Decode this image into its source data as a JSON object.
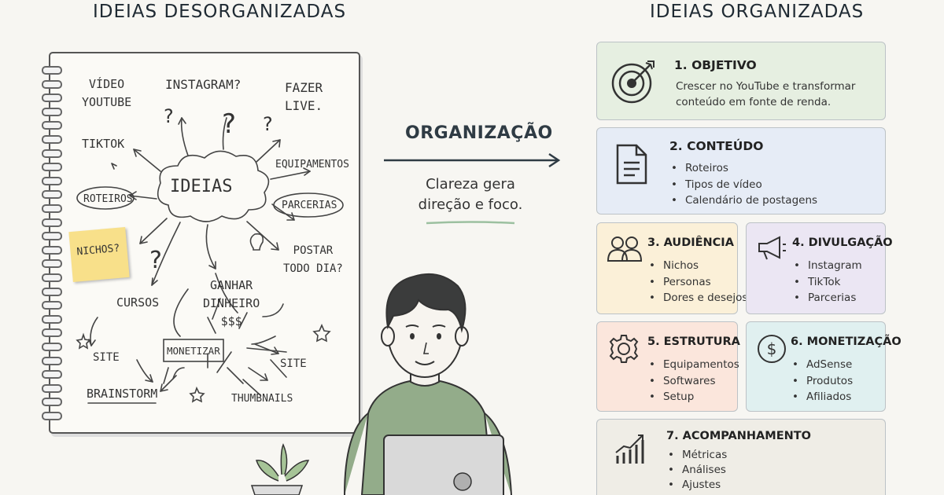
{
  "headings": {
    "left": "IDEIAS DESORGANIZADAS",
    "right": "IDEIAS ORGANIZADAS"
  },
  "notebook": {
    "words": {
      "video_youtube": "VÍDEO\nYOUTUBE",
      "instagram": "INSTAGRAM?",
      "fazer_live": "FAZER\nLIVE.",
      "tiktok": "TIKTOK",
      "equipamentos": "EQUIPAMENTOS",
      "roteiros": "ROTEIROS",
      "ideias": "IDEIAS",
      "parcerias": "PARCERIAS",
      "nichos": "NICHOS?",
      "postar_todo_dia": "POSTAR\nTODO DIA?",
      "ganhar_dinheiro": "GANHAR\nDINHEIRO\n$$$",
      "cursos": "CURSOS",
      "monetizar": "MONETIZAR",
      "site_left": "SITE",
      "site_right": "SITE",
      "brainstorm": "BRAINSTORM",
      "thumbnails": "THUMBNAILS"
    }
  },
  "center": {
    "title": "ORGANIZAÇÃO",
    "subtitle": "Clareza gera direção e foco."
  },
  "cards": {
    "objetivo": {
      "title": "1. OBJETIVO",
      "text": "Crescer no YouTube e transformar conteúdo em fonte de renda.",
      "icon": "target-icon",
      "color": "#e6efe1"
    },
    "conteudo": {
      "title": "2. CONTEÚDO",
      "items": [
        "Roteiros",
        "Tipos de vídeo",
        "Calendário de postagens"
      ],
      "icon": "document-icon",
      "color": "#e6ecf6"
    },
    "audiencia": {
      "title": "3. AUDIÊNCIA",
      "items": [
        "Nichos",
        "Personas",
        "Dores e desejos"
      ],
      "icon": "users-icon",
      "color": "#fbf0d8"
    },
    "divulgacao": {
      "title": "4. DIVULGAÇÃO",
      "items": [
        "Instagram",
        "TikTok",
        "Parcerias"
      ],
      "icon": "megaphone-icon",
      "color": "#ebe6f3"
    },
    "estrutura": {
      "title": "5. ESTRUTURA",
      "items": [
        "Equipamentos",
        "Softwares",
        "Setup"
      ],
      "icon": "gear-icon",
      "color": "#fbe6dc"
    },
    "monetizacao": {
      "title": "6. MONETIZAÇÃO",
      "items": [
        "AdSense",
        "Produtos",
        "Afiliados"
      ],
      "icon": "dollar-icon",
      "color": "#e0f0f0"
    },
    "acompanhamento": {
      "title": "7. ACOMPANHAMENTO",
      "items": [
        "Métricas",
        "Análises",
        "Ajustes"
      ],
      "icon": "chart-growth-icon",
      "color": "#efede6"
    }
  }
}
